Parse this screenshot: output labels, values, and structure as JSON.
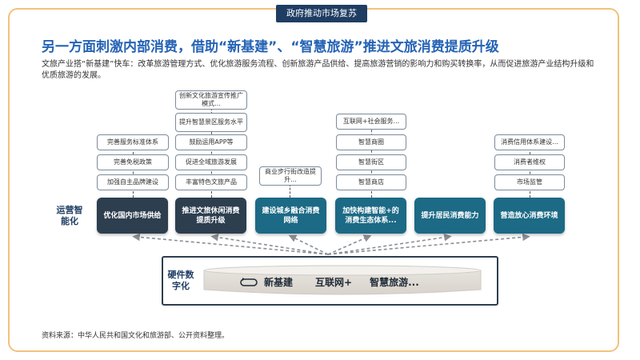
{
  "header_tag": "政府推动市场复苏",
  "title": "另一方面刺激内部消费，借助“新基建”、“智慧旅游”推进文旅消费提质升级",
  "description": "文旅产业搭“新基建”快车：改革旅游管理方式、优化旅游服务流程、创新旅游产品供给、提高旅游营销的影响力和购买转换率，从而促进旅游产业结构升级和优质旅游的发展。",
  "operation_label": "运营智\n能化",
  "hardware_label": "硬件数\n字化",
  "hardware_items": [
    "新基建",
    "互联网+",
    "智慧旅游..."
  ],
  "columns": [
    {
      "main": "优化国内市场供给",
      "style": "dark",
      "items": [
        "完善服务标准体系",
        "完善免税政策",
        "加强自主品牌建设"
      ]
    },
    {
      "main": "推进文旅休闲消费提质升级",
      "style": "dark",
      "items": [
        "创新文化旅游宣传推广模式...",
        "提升智慧景区服务水平",
        "鼓励运用APP等",
        "促进全域旅游发展",
        "丰富特色文旅产品"
      ]
    },
    {
      "main": "建设城乡融合消费网络",
      "style": "teal",
      "items": [
        "商业步行街改造提升..."
      ]
    },
    {
      "main": "加快构建智能+的消费生态体系...",
      "style": "teal",
      "items": [
        "互联网+社会服务...",
        "智慧商圈",
        "智慧街区",
        "智慧商店"
      ]
    },
    {
      "main": "提升居民消费能力",
      "style": "teal",
      "items": []
    },
    {
      "main": "营造放心消费环境",
      "style": "teal",
      "items": [
        "消费信用体系建设...",
        "消费者维权",
        "市场监管"
      ]
    }
  ],
  "source": "资料来源：中华人民共和国文化和旅游部、公开资料整理。",
  "colors": {
    "title": "#2563b5",
    "dark_box": "#2d3e4f",
    "teal_box": "#1c6a85",
    "frame": "#f2c27a"
  },
  "icons": {
    "hardware": "loop-arrow-icon"
  }
}
